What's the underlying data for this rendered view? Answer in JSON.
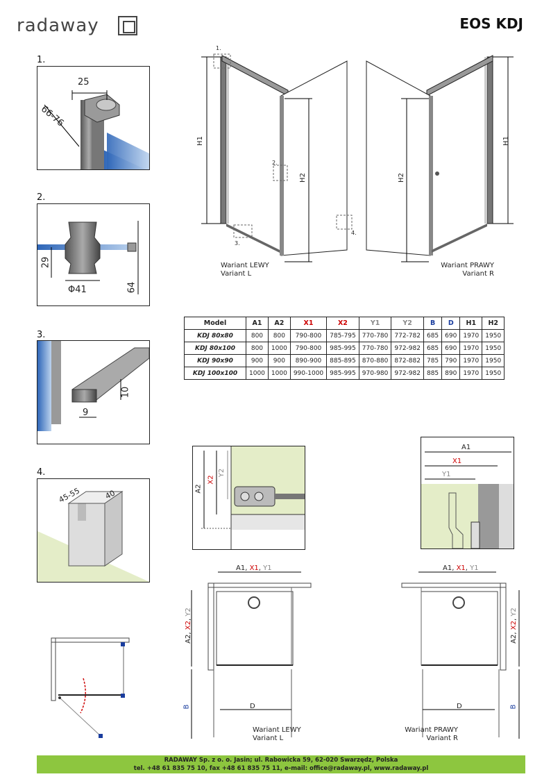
{
  "header": {
    "logo_text": "radaway",
    "title": "EOS KDJ"
  },
  "details": [
    {
      "num": "1.",
      "dims": [
        "25",
        "66-76"
      ]
    },
    {
      "num": "2.",
      "dims": [
        "29",
        "Φ41",
        "64"
      ]
    },
    {
      "num": "3.",
      "dims": [
        "10",
        "9"
      ]
    },
    {
      "num": "4.",
      "dims": [
        "45-55",
        "40"
      ]
    }
  ],
  "elevation": {
    "markers": [
      "1.",
      "2.",
      "3.",
      "4."
    ],
    "left": {
      "h1": "H1",
      "h2": "H2",
      "variant_pl": "Wariant LEWY",
      "variant_en": "Variant L"
    },
    "right": {
      "h1": "H1",
      "h2": "H2",
      "variant_pl": "Wariant PRAWY",
      "variant_en": "Variant R"
    }
  },
  "table": {
    "headers": [
      "Model",
      "A1",
      "A2",
      "X1",
      "X2",
      "Y1",
      "Y2",
      "B",
      "D",
      "H1",
      "H2"
    ],
    "header_colors": [
      "#111111",
      "#111111",
      "#111111",
      "#cc0000",
      "#cc0000",
      "#888888",
      "#888888",
      "#1a3d9e",
      "#1a3d9e",
      "#111111",
      "#111111"
    ],
    "rows": [
      [
        "KDJ 80x80",
        "800",
        "800",
        "790-800",
        "785-795",
        "770-780",
        "772-782",
        "685",
        "690",
        "1970",
        "1950"
      ],
      [
        "KDJ 80x100",
        "800",
        "1000",
        "790-800",
        "985-995",
        "770-780",
        "972-982",
        "685",
        "690",
        "1970",
        "1950"
      ],
      [
        "KDJ 90x90",
        "900",
        "900",
        "890-900",
        "885-895",
        "870-880",
        "872-882",
        "785",
        "790",
        "1970",
        "1950"
      ],
      [
        "KDJ 100x100",
        "1000",
        "1000",
        "990-1000",
        "985-995",
        "970-980",
        "972-982",
        "885",
        "890",
        "1970",
        "1950"
      ]
    ]
  },
  "details_plan": {
    "left_labels": [
      "A2",
      "X2",
      "Y2"
    ],
    "right_labels": [
      "A1",
      "X1",
      "Y1"
    ]
  },
  "plan": {
    "top_a": "A1",
    "top_x": "X1",
    "top_y": "Y1",
    "side_a": "A2",
    "side_x": "X2",
    "side_y": "Y2",
    "b": "B",
    "d": "D",
    "left_variant_pl": "Wariant LEWY",
    "left_variant_en": "Variant L",
    "right_variant_pl": "Wariant PRAWY",
    "right_variant_en": "Variant R"
  },
  "colors": {
    "red": "#cc0000",
    "gray": "#888888",
    "blue": "#1a3d9e",
    "green_bar": "#8dc63f",
    "wall_green": "#e4edc8"
  },
  "footer": {
    "line1": "RADAWAY Sp. z o. o. Jasin; ul. Rabowicka 59, 62-020 Swarzędz, Polska",
    "line2": "tel. +48 61 835 75 10, fax +48 61 835 75 11, e-mail: office@radaway.pl, www.radaway.pl"
  }
}
